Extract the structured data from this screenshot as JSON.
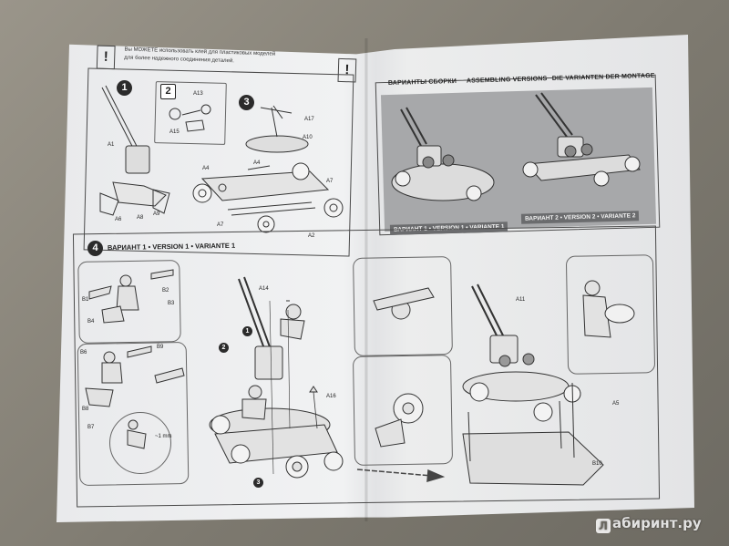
{
  "note": {
    "line1": "Вы МОЖЕТЕ использовать клей для пластиковых моделей",
    "line2": "для более надежного соединения деталей.",
    "mark": "!"
  },
  "steps": {
    "s1": "1",
    "s2": "2",
    "s3": "3",
    "s4": "4"
  },
  "versions": {
    "head_ru": "ВАРИАНТЫ СБОРКИ",
    "head_en": "ASSEMBLING VERSIONS",
    "head_de": "DIE VARIANTEN DER MONTAGE",
    "label_v1": "ВАРИАНТ 1 • VERSION 1 • VARIANTE 1",
    "label_v2": "ВАРИАНТ 2 • VERSION 2 • VARIANTE 2"
  },
  "step4": {
    "title": "ВАРИАНТ 1 • VERSION 1 • VARIANTE 1",
    "detail": "~1 mm",
    "sub1": "1",
    "sub2": "2",
    "sub3": "3"
  },
  "parts": {
    "A1": "A1",
    "A6": "A6",
    "A8": "A8",
    "A9": "A9",
    "A13": "A13",
    "A15": "A15",
    "A17": "A17",
    "A10": "A10",
    "A4a": "A4",
    "A4b": "A4",
    "A7a": "A7",
    "A7b": "A7",
    "A2": "A2",
    "B1": "B1",
    "B2": "B2",
    "B3": "B3",
    "B4": "B4",
    "B6": "B6",
    "B9": "B9",
    "B8": "B8",
    "B7": "B7",
    "A14": "A14",
    "A16": "A16",
    "A11": "A11",
    "A5": "A5",
    "B10": "B10"
  },
  "watermark": {
    "logo": "Л",
    "text": "абиринт.ру"
  }
}
